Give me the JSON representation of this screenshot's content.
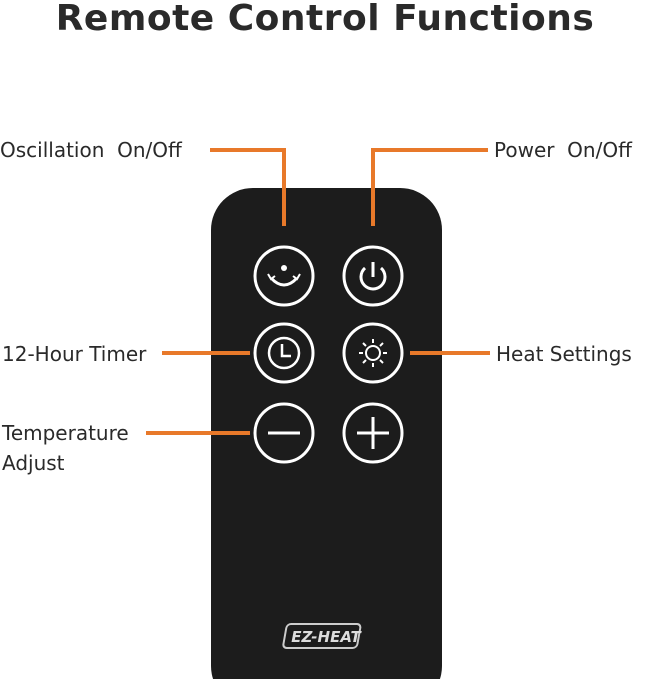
{
  "title": "Remote Control Functions",
  "labels": {
    "oscillation": "Oscillation  On/Off",
    "power": "Power  On/Off",
    "timer": "12-Hour Timer",
    "heat": "Heat Settings",
    "temperature_line1": "Temperature",
    "temperature_line2": "Adjust"
  },
  "brand_logo": "EZ-HEAT",
  "colors": {
    "accent": "#e8792a",
    "remote": "#1c1c1c",
    "text": "#2a2a2a"
  }
}
